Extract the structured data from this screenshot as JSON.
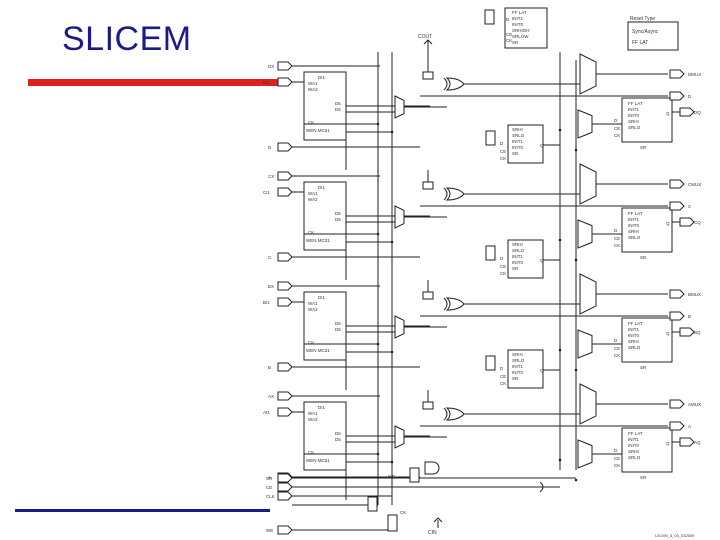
{
  "slide": {
    "title": "SLICEM",
    "accent_color": "#e0201c",
    "title_color": "#1a1a8c"
  },
  "diagram": {
    "top_labels": {
      "cout": "COUT",
      "reset_type": "Reset Type",
      "sync_async": "Sync/Async"
    },
    "top_ff": {
      "lines": [
        "FF LAT",
        "INIT1",
        "INIT0",
        "SRHIGH",
        "SRLOW",
        "SR"
      ]
    },
    "inputs": [
      "DX",
      "DI1",
      "D",
      "CX",
      "CI1",
      "C",
      "BX",
      "BI1",
      "B",
      "AX",
      "AI1",
      "A",
      "SR",
      "CE",
      "CLK",
      "WE"
    ],
    "lut_block": {
      "pins": [
        "DI1",
        "WA1",
        "WA2",
        "D6",
        "D5",
        "CK",
        "WEN",
        "MC31"
      ]
    },
    "sr_block": {
      "lines": [
        "SRHI",
        "SRLO",
        "INIT1",
        "INIT0",
        "SR"
      ],
      "pins": [
        "D",
        "CE",
        "CK",
        "Q"
      ]
    },
    "ff_block": {
      "lines": [
        "FF LAT",
        "INIT1",
        "INIT0",
        "SRHI",
        "SRLO"
      ],
      "pins": [
        "D",
        "CE",
        "CK",
        "Q"
      ]
    },
    "outputs": [
      "DMUX",
      "D",
      "DQ",
      "CMUX",
      "C",
      "CQ",
      "BMUX",
      "B",
      "BQ",
      "AMUX",
      "A",
      "AQ"
    ],
    "bottom_labels": {
      "cin": "CIN",
      "ck": "CK",
      "figure_id": "UG190_5_03_032009"
    }
  }
}
